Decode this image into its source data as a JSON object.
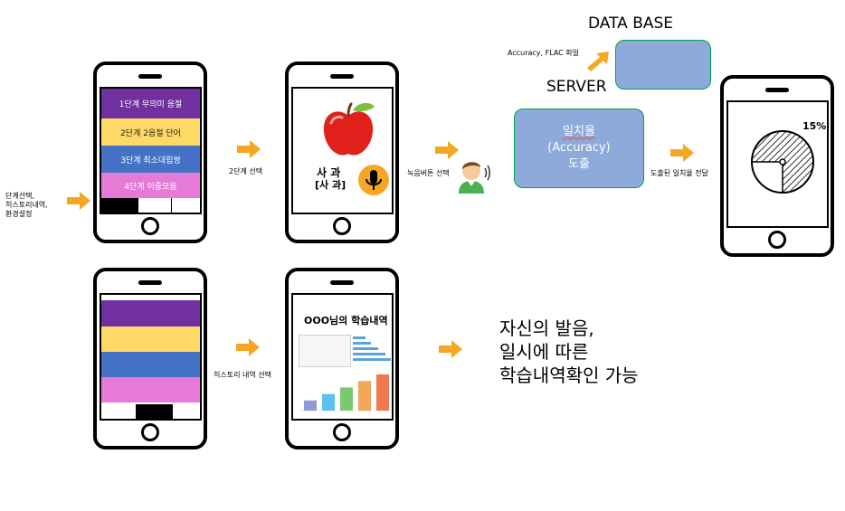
{
  "left_labels": {
    "settings": [
      "단계선택,",
      "히스토리내역,",
      "환경설정"
    ],
    "step2": "2단계 선택",
    "record": "녹음버튼 선택",
    "result": "도출된 일치율 전달",
    "history": "히스토리 내역 선택"
  },
  "menu": {
    "items": [
      {
        "label": "1단계 무의미 음절",
        "color": "#7030a0"
      },
      {
        "label": "2단계 2음절 단어",
        "color": "#ffd966"
      },
      {
        "label": "3단계 최소대립쌍",
        "color": "#4472c4"
      },
      {
        "label": "4단계 이중모음",
        "color": "#e57bd6"
      }
    ]
  },
  "word_screen": {
    "word": "사 과",
    "pronunciation": "[사 과]"
  },
  "server": {
    "database_label": "DATA BASE",
    "server_label": "SERVER",
    "upload_label": "Accuracy, FLAC 파일",
    "box_lines": [
      "일치율",
      "(Accuracy)",
      "도출"
    ]
  },
  "result_screen": {
    "percent": "15%",
    "accuracy_fraction": 0.15
  },
  "history_screen": {
    "title": "OOO님의 학습내역",
    "bar_values": [
      1,
      2,
      3,
      4,
      5
    ]
  },
  "summary_lines": [
    "자신의 발음,",
    "일시에 따른",
    "학습내역확인 가능"
  ],
  "colors": {
    "arrow": "#f5a623",
    "purple": "#7030a0",
    "yellow": "#ffd966",
    "blue": "#4472c4",
    "pink": "#e57bd6",
    "server_box": "#8eaadb",
    "mic": "#f5a623"
  }
}
